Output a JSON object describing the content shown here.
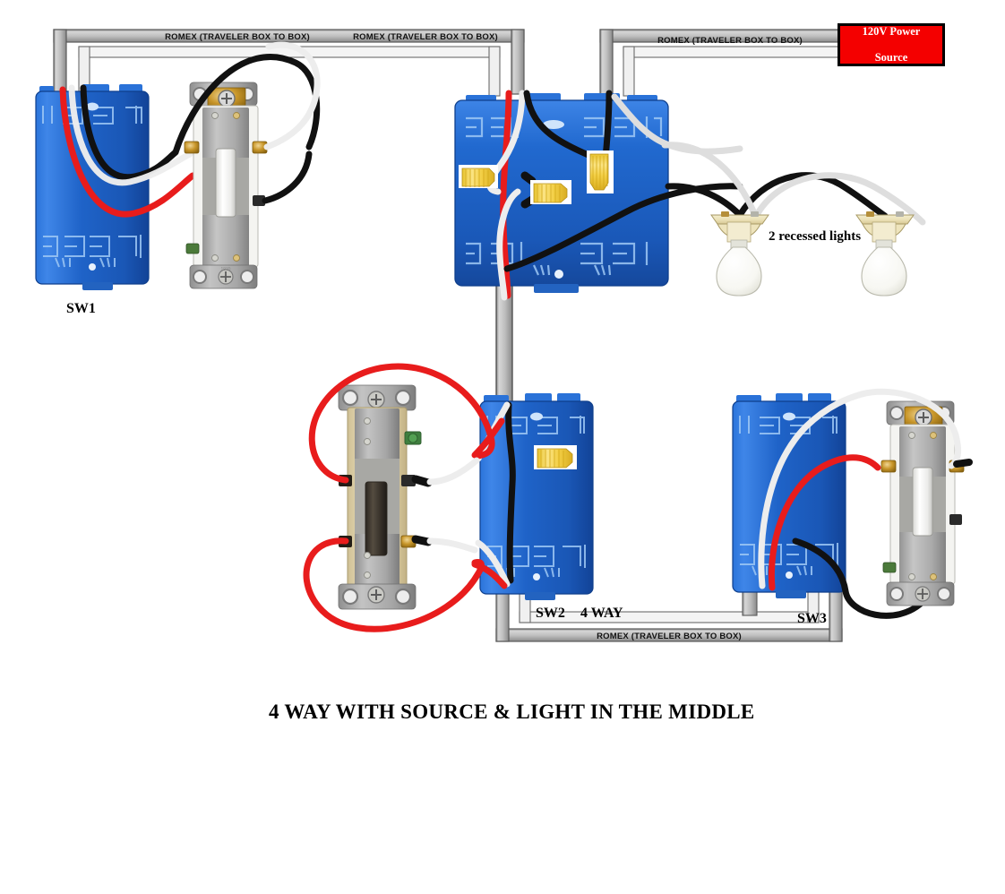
{
  "diagram": {
    "title": "4 WAY WITH SOURCE & LIGHT IN THE MIDDLE",
    "type": "electrical-wiring-diagram"
  },
  "power_source": {
    "line1": "120V Power",
    "line2": "Source",
    "bg_color": "#f40000",
    "text_color": "#ffffff",
    "border_color": "#000000"
  },
  "romex_labels": {
    "top_left": "ROMEX (TRAVELER BOX TO BOX)",
    "top_mid": "ROMEX (TRAVELER BOX TO BOX)",
    "top_right": "ROMEX (TRAVELER BOX TO BOX)",
    "bottom": "ROMEX (TRAVELER BOX TO BOX)"
  },
  "switches": {
    "sw1": {
      "label": "SW1",
      "kind": "3-way toggle",
      "color": "white"
    },
    "sw2": {
      "label": "SW2",
      "type_label": "4 WAY",
      "kind": "4-way toggle",
      "color": "ivory"
    },
    "sw3": {
      "label": "SW3",
      "kind": "3-way toggle",
      "color": "white"
    }
  },
  "lights": {
    "caption": "2 recessed lights",
    "count": 2
  },
  "colors": {
    "box_blue": "#1f63c8",
    "box_blue_dark": "#14489b",
    "box_blue_light": "#4d8de0",
    "wire_black": "#111111",
    "wire_white": "#e9e9e9",
    "wire_red": "#e81c1c",
    "romex_sheath": "#b8b8b8",
    "wire_nut_yellow": "#f5d442",
    "switch_white": "#f2f2ee",
    "switch_ivory": "#dfd2a8",
    "switch_metal": "#9a9a9a",
    "brass_terminal": "#c8962a",
    "ground_green": "#3f7f3f"
  },
  "wire_nuts": {
    "center_box_count": 3,
    "sw2_box_count": 1
  }
}
